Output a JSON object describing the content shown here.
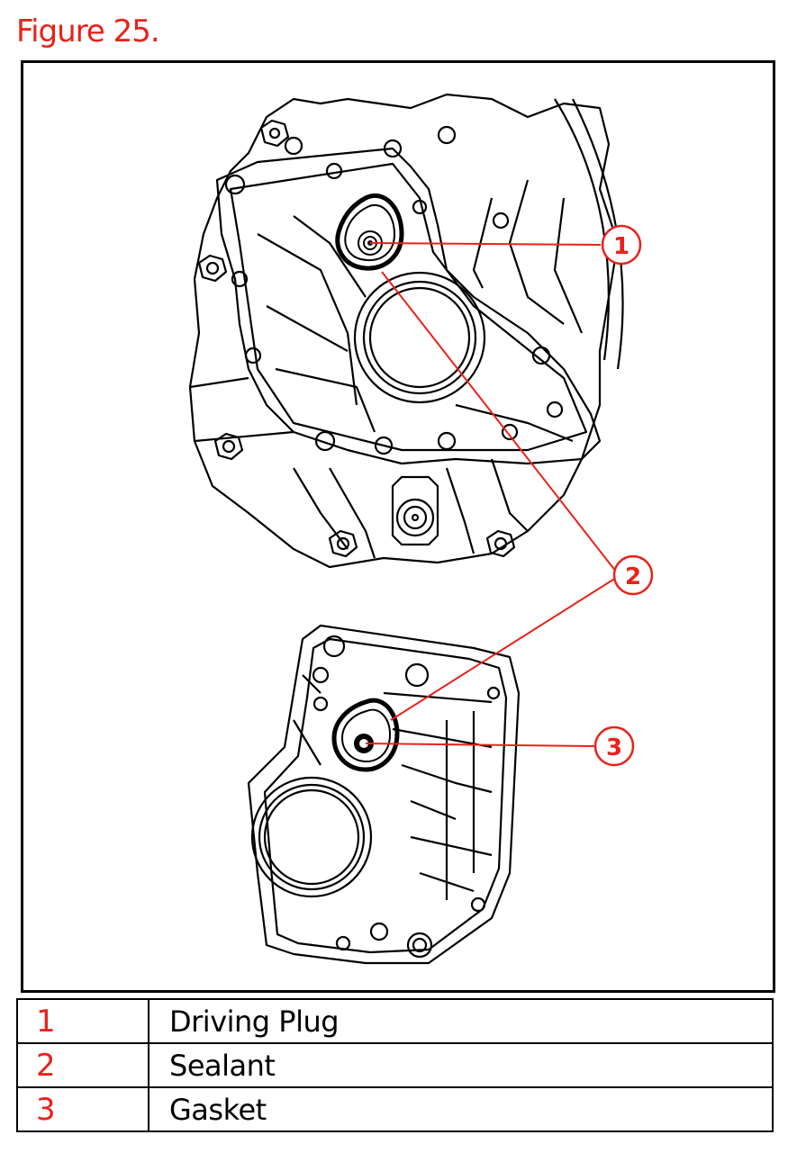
{
  "figure": {
    "title": "Figure 25."
  },
  "callouts": [
    {
      "number": "1"
    },
    {
      "number": "2"
    },
    {
      "number": "3"
    }
  ],
  "legend": [
    {
      "number": "1",
      "label": "Driving Plug"
    },
    {
      "number": "2",
      "label": "Sealant"
    },
    {
      "number": "3",
      "label": "Gasket"
    }
  ],
  "colors": {
    "accent": "#e8221b",
    "line": "#000000"
  }
}
